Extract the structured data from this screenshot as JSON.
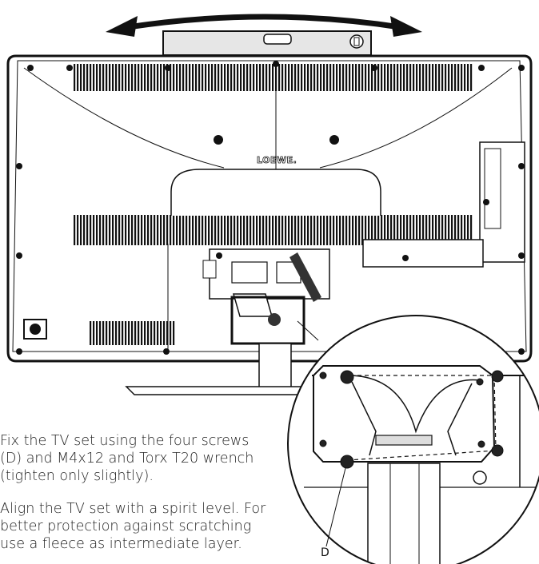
{
  "brand_logo": "LOEWE.",
  "instructions": [
    {
      "lines": [
        "Fix the TV set using the four screws",
        "(D) and M4x12 and Torx T20 wrench",
        "(tighten only slightly)."
      ]
    },
    {
      "lines": [
        "Align the TV set with a spirit level. For",
        "better protection against scratching",
        "use a fleece as intermediate layer."
      ]
    }
  ],
  "callout_label": "D"
}
